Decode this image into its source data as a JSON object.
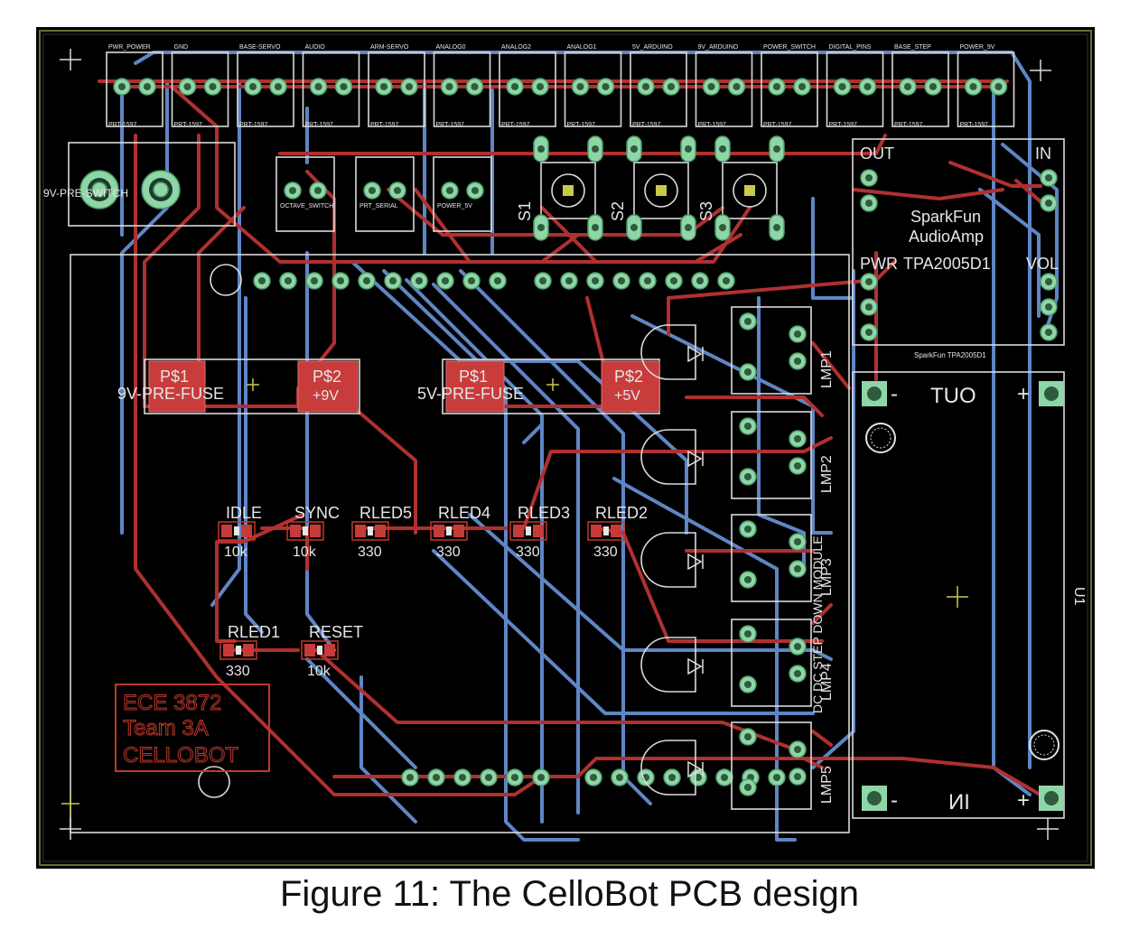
{
  "caption": "Figure 11: The CelloBot PCB design",
  "headers_top": [
    "PWR_POWER",
    "GND",
    "BASE-SERVO",
    "AUDIO",
    "ARM-SERVO",
    "ANALOG0",
    "ANALOG2",
    "ANALOG1",
    "5V_ARDUINO",
    "9V_ARDUINO",
    "POWER_SWITCH",
    "DIGITAL_PINS",
    "BASE_STEP",
    "POWER_9V"
  ],
  "headers_bottom_label": "PRT-1597",
  "switch_headers": [
    "OCTAVE_SWITCH",
    "PRT_SERIAL",
    "POWER_5V"
  ],
  "switch_labels": [
    "S1",
    "S2",
    "S3"
  ],
  "left_connector": "9V-PRE-SWITCH",
  "fuses": {
    "fuse9": {
      "p1": "P$1",
      "p2": "P$2",
      "name": "9V-PRE-FUSE",
      "v": "+9V"
    },
    "fuse5": {
      "p1": "P$1",
      "p2": "P$2",
      "name": "5V-PRE-FUSE",
      "v": "+5V"
    }
  },
  "resistors": [
    {
      "name": "IDLE",
      "value": "10k"
    },
    {
      "name": "SYNC",
      "value": "10k"
    },
    {
      "name": "RLED5",
      "value": "330"
    },
    {
      "name": "RLED4",
      "value": "330"
    },
    {
      "name": "RLED3",
      "value": "330"
    },
    {
      "name": "RLED2",
      "value": "330"
    },
    {
      "name": "RLED1",
      "value": "330"
    },
    {
      "name": "RESET",
      "value": "10k"
    }
  ],
  "team_box": [
    "ECE 3872",
    "Team 3A",
    "CELLOBOT"
  ],
  "amp": {
    "out": "OUT",
    "in": "IN",
    "line1": "SparkFun",
    "line2": "AudioAmp",
    "pwr": "PWR",
    "chip": "TPA2005D1",
    "vol": "VOL",
    "small": "SparkFun TPA2005D1"
  },
  "dcdc": {
    "label": "DC DC STEP DOWN MODULE",
    "out": "TUO",
    "in": "ИI",
    "ref": "U1",
    "minus": "-",
    "plus": "+"
  },
  "leds": [
    "LMP5",
    "LMP4",
    "LMP3",
    "LMP2",
    "LMP1"
  ]
}
